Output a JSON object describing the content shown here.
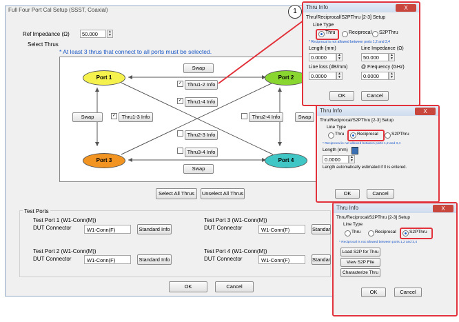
{
  "main": {
    "title": "Full Four Port Cal Setup (SSST, Coaxial)",
    "ref_impedance_label": "Ref Impedance (Ω)",
    "ref_impedance_value": "50.000",
    "select_thrus_label": "Select Thrus",
    "note": "* At least 3 thrus that connect to all ports must be selected.",
    "port1": "Port 1",
    "port2": "Port 2",
    "port3": "Port 3",
    "port4": "Port 4",
    "swap": "Swap",
    "thru12": "Thru1-2 Info",
    "thru14": "Thru1-4 Info",
    "thru13": "Thru1-3 Info",
    "thru24": "Thru2-4 Info",
    "thru23": "Thru2-3 Info",
    "thru34": "Thru3-4 Info",
    "select_all": "Select All Thrus",
    "unselect_all": "Unselect All Thrus",
    "test_ports": "Test Ports",
    "tp1": "Test Port 1 (W1-Conn(M))",
    "tp2": "Test Port 2 (W1-Conn(M))",
    "tp3": "Test Port 3 (W1-Conn(M))",
    "tp4": "Test Port 4 (W1-Conn(M))",
    "dut_connector": "DUT Connector",
    "connector_value": "W1-Conn(F)",
    "standard_info": "Standard Info",
    "standard_trunc": "Standard",
    "ok": "OK",
    "cancel": "Cancel"
  },
  "callout": "1",
  "thru_info": {
    "title": "Thru Info",
    "setup": "Thru/Reciprocal/S2PThru [2-3] Setup",
    "line_type": "Line Type",
    "thru": "Thru",
    "reciprocal": "Reciprocal",
    "s2pthru": "S2PThru",
    "note": "* Reciprocal is not allowed between ports 1,2 and 3,4",
    "length": "Length (mm)",
    "line_impedance": "Line Impedance (Ω)",
    "line_loss": "Line loss (dB/mm)",
    "at_freq": "@ Frequency (GHz)",
    "zero": "0.0000",
    "imp_value": "50.000",
    "auto_note": "Length automatically estimated if 0 is entered.",
    "load_s2p": "Load S2P for Thru",
    "view_s2p": "View S2P File",
    "characterize": "Characterize Thru",
    "ok": "OK",
    "cancel": "Cancel",
    "close": "X"
  }
}
